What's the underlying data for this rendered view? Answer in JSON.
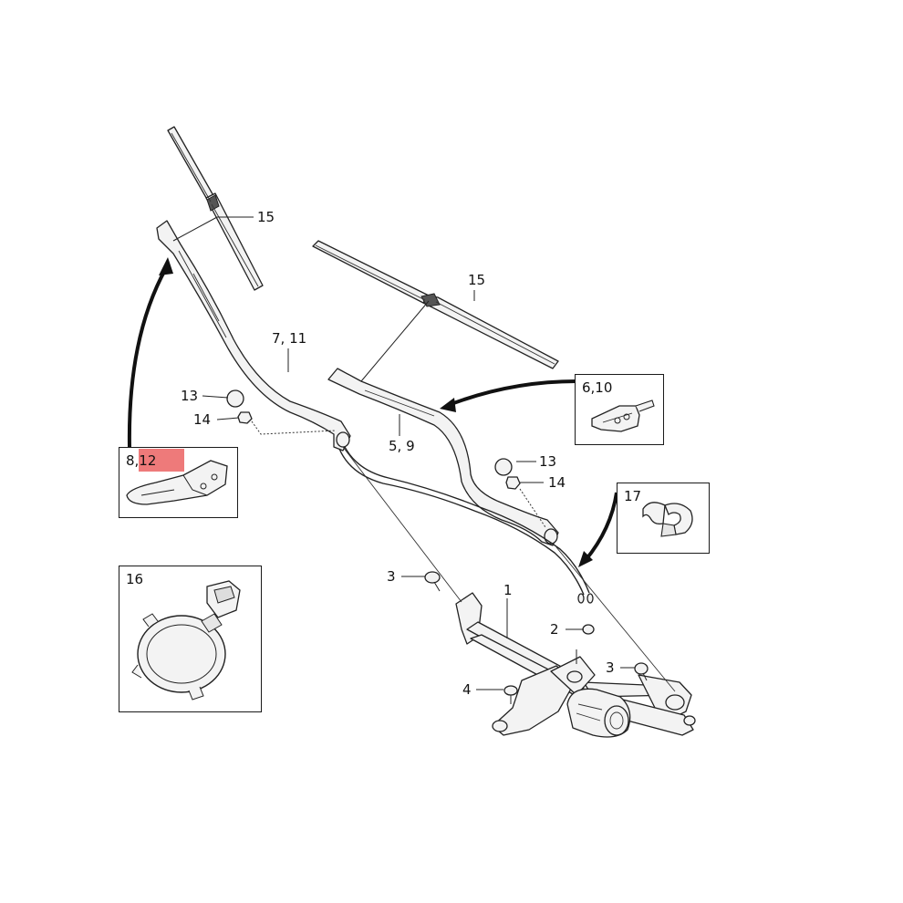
{
  "callouts": {
    "c15_left": "15",
    "c15_right": "15",
    "c7_11": "7, 11",
    "c5_9": "5, 9",
    "c13_left": "13",
    "c14_left": "14",
    "c13_right": "13",
    "c14_right": "14",
    "c1": "1",
    "c2": "2",
    "c3_left": "3",
    "c3_right": "3",
    "c4": "4"
  },
  "insets": {
    "part_8_12": "8,12",
    "part_6_10": "6,10",
    "part_17": "17",
    "part_16": "16"
  },
  "highlight": {
    "target": "8,12",
    "color": "#e84646"
  }
}
